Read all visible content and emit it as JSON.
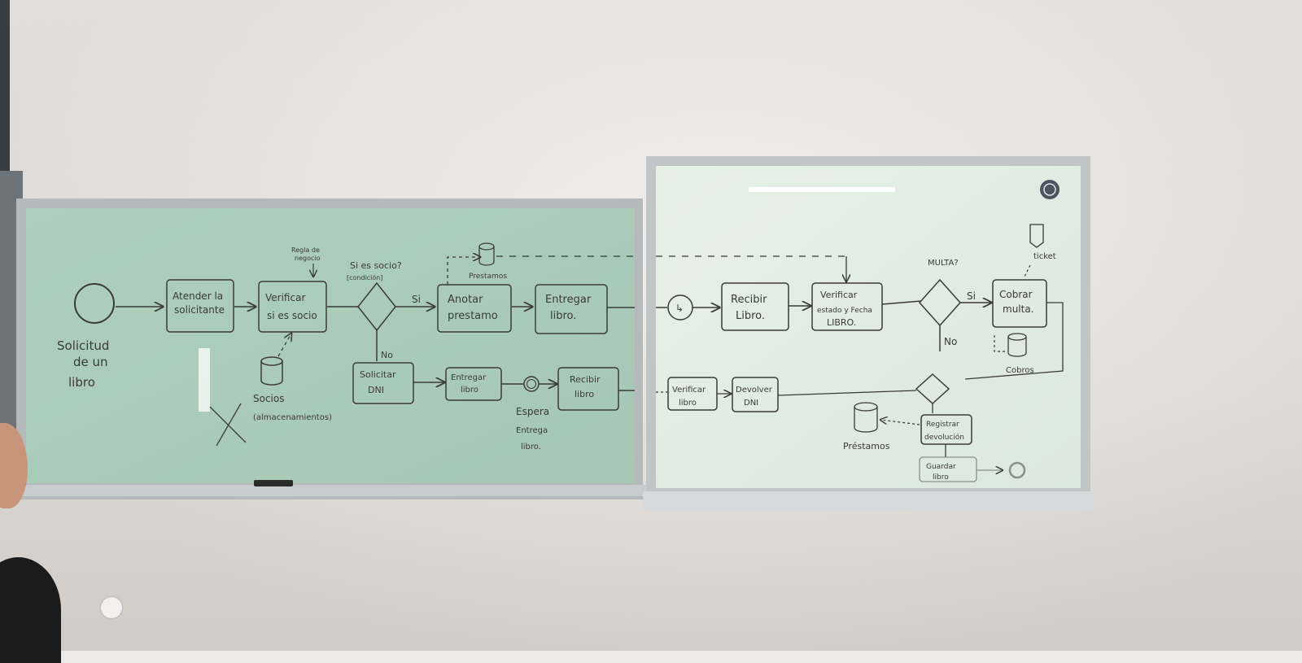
{
  "left_board": {
    "start_event_label": [
      "Solicitud",
      "de un",
      "libro"
    ],
    "tasks": {
      "atender": [
        "Atender la",
        "solicitante"
      ],
      "verificar_socio": [
        "Verificar",
        "si es socio"
      ],
      "anotar_prestamo": [
        "Anotar",
        "prestamo"
      ],
      "entregar_libro_top": [
        "Entregar",
        "libro."
      ],
      "solicitar_dni": [
        "Solicitar",
        "DNI"
      ],
      "entregar_libro_bottom": [
        "Entregar",
        "libro"
      ],
      "recibir_libro_left": [
        "Recibir",
        "libro"
      ]
    },
    "gateway_label": "Si es socio?",
    "gateway_sublabel": "[condición]",
    "business_rule_note": [
      "Regla de",
      "negocio"
    ],
    "flow_yes": "Si",
    "flow_no": "No",
    "datastores": {
      "socios": "Socios",
      "socios_sub": "(almacenamientos)",
      "prestamos_top": "Prestamos"
    },
    "timer_label": [
      "Espera",
      "Entrega",
      "libro."
    ]
  },
  "right_board": {
    "tasks": {
      "recibir_libro": [
        "Recibir",
        "Libro."
      ],
      "verificar_estado": [
        "Verificar",
        "estado y Fecha",
        "LIBRO."
      ],
      "cobrar_multa": [
        "Cobrar",
        "multa."
      ],
      "verificar_libro": [
        "Verificar",
        "libro"
      ],
      "devolver_dni": [
        "Devolver",
        "DNI"
      ],
      "registrar_devolucion": [
        "Registrar",
        "devolución"
      ],
      "guardar_libro": [
        "Guardar",
        "libro"
      ]
    },
    "gateway_label": "MULTA?",
    "flow_yes": "Si",
    "flow_no": "No",
    "datastores": {
      "ticket": "ticket",
      "cobros": "Cobros",
      "prestamos": "Préstamos"
    }
  }
}
